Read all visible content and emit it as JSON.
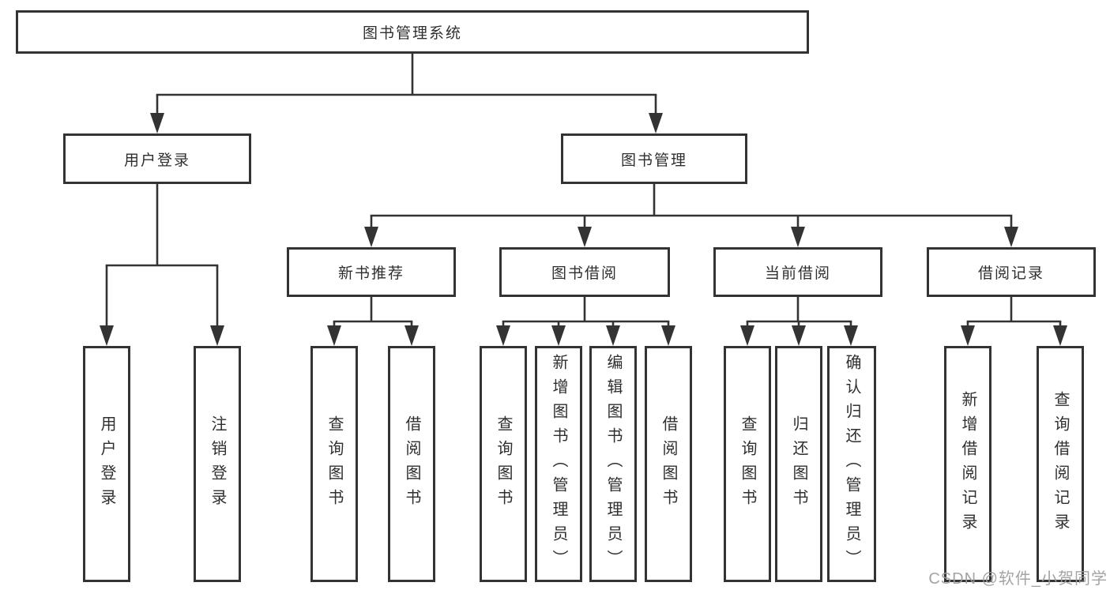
{
  "tree": {
    "root": {
      "label": "图书管理系统",
      "children": [
        {
          "label": "用户登录",
          "children": [
            {
              "label": "用户登录"
            },
            {
              "label": "注销登录"
            }
          ]
        },
        {
          "label": "图书管理",
          "children": [
            {
              "label": "新书推荐",
              "children": [
                {
                  "label": "查询图书"
                },
                {
                  "label": "借阅图书"
                }
              ]
            },
            {
              "label": "图书借阅",
              "children": [
                {
                  "label": "查询图书"
                },
                {
                  "label": "新增图书（管理员）"
                },
                {
                  "label": "编辑图书（管理员）"
                },
                {
                  "label": "借阅图书"
                }
              ]
            },
            {
              "label": "当前借阅",
              "children": [
                {
                  "label": "查询图书"
                },
                {
                  "label": "归还图书"
                },
                {
                  "label": "确认归还（管理员）"
                }
              ]
            },
            {
              "label": "借阅记录",
              "children": [
                {
                  "label": "新增借阅记录"
                },
                {
                  "label": "查询借阅记录"
                }
              ]
            }
          ]
        }
      ]
    }
  },
  "watermark": {
    "text": "CSDN @软件_小贺同学"
  },
  "colors": {
    "line": "#333333",
    "text": "#2f2f2f",
    "box_background": "#ffffff",
    "watermark": "#9b9b9b",
    "background": "#ffffff"
  }
}
